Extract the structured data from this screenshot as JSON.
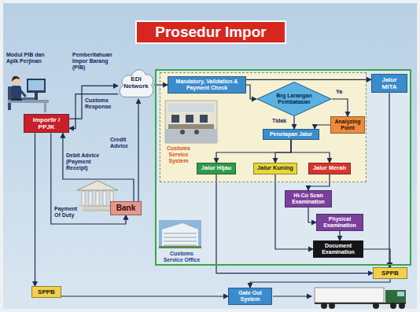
{
  "diagram": {
    "title": "Prosedur Impor",
    "nodes": [
      {
        "text": [
          "Importir / PPJK"
        ]
      },
      {
        "text": [
          "EDI Network"
        ]
      },
      {
        "text": [
          "Bank"
        ]
      },
      {
        "text": [
          "SPPB"
        ]
      },
      {
        "text": [
          "Customs Service Office"
        ]
      },
      {
        "text": [
          "Customs Service System"
        ],
        "in": 4
      },
      {
        "text": [
          "Mandatory, Validation & Payment Check"
        ],
        "in": 5
      },
      {
        "text": [
          "Brg Larangan Pembatasan"
        ],
        "in": 5
      },
      {
        "text": [
          "Analyzing Point"
        ],
        "in": 5
      },
      {
        "text": [
          "Penetapan Jalur"
        ],
        "in": 5
      },
      {
        "text": [
          "Jalur Hijau"
        ],
        "in": 5
      },
      {
        "text": [
          "Jalur Kuning"
        ],
        "in": 5
      },
      {
        "text": [
          "Jalur Merah"
        ],
        "in": 5
      },
      {
        "text": [
          "Jalur MITA"
        ],
        "in": 4
      },
      {
        "text": [
          "Hi-Co Scan Examination"
        ],
        "in": 4
      },
      {
        "text": [
          "Physical Examination"
        ],
        "in": 4
      },
      {
        "text": [
          "Document Examination"
        ],
        "in": 4
      },
      {
        "text": [
          "SPPB"
        ]
      },
      {
        "text": [
          "Gate Out System"
        ]
      }
    ],
    "edges": [
      {
        "from": 0,
        "to": 1,
        "label": "Pemberitahuan Impor Barang (PIB)",
        "arrow": "to"
      },
      {
        "from": 1,
        "to": 0,
        "label": "Customs Response",
        "arrow": "to"
      },
      {
        "from": 2,
        "to": 1,
        "label": "Credit Advice",
        "arrow": "to"
      },
      {
        "from": 2,
        "to": 0,
        "label": "Debit Advice (Payment Receipt)",
        "arrow": "to"
      },
      {
        "from": 0,
        "to": 2,
        "label": "Payment Of Duty",
        "arrow": "to"
      },
      {
        "from": 0,
        "to": 3,
        "arrow": "to"
      },
      {
        "from": 3,
        "to": 18,
        "arrow": "to"
      },
      {
        "from": 1,
        "to": 6,
        "arrow": "to"
      },
      {
        "from": 6,
        "to": 7,
        "arrow": "to"
      },
      {
        "from": 6,
        "to": 13,
        "arrow": "to"
      },
      {
        "from": 7,
        "to": 8,
        "label": "Ya",
        "arrow": "to"
      },
      {
        "from": 7,
        "to": 9,
        "label": "Tidak",
        "arrow": "to"
      },
      {
        "from": 8,
        "to": 9,
        "arrow": "to"
      },
      {
        "from": 9,
        "to": 10,
        "arrow": "to"
      },
      {
        "from": 9,
        "to": 11,
        "arrow": "to"
      },
      {
        "from": 9,
        "to": 12,
        "arrow": "to"
      },
      {
        "from": 10,
        "to": 17,
        "arrow": "to"
      },
      {
        "from": 11,
        "to": 16,
        "arrow": "to"
      },
      {
        "from": 12,
        "to": 14,
        "arrow": "to"
      },
      {
        "from": 14,
        "to": 15,
        "arrow": "to"
      },
      {
        "from": 15,
        "to": 16,
        "arrow": "to"
      },
      {
        "from": 16,
        "to": 17,
        "arrow": "to"
      },
      {
        "from": 13,
        "to": 17,
        "arrow": "to"
      },
      {
        "from": 17,
        "to": 18,
        "arrow": "to"
      }
    ],
    "labels": [
      "Modul PIB dan Aplk Perjinan"
    ]
  }
}
